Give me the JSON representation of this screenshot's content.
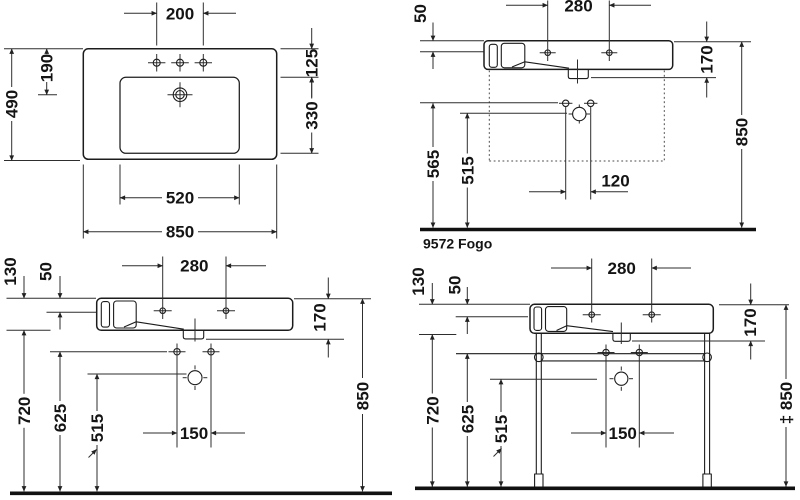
{
  "drawing": {
    "product_code_label": "9572 Fogo",
    "views": {
      "plan": {
        "dims": {
          "tap_hole_spacing": "200",
          "overall_depth": "490",
          "drain_from_rear": "190",
          "rim_front_depth": "125",
          "basin_inner_depth": "330",
          "basin_inner_width": "520",
          "overall_width": "850"
        }
      },
      "side": {
        "dims": {
          "tap_hole_spacing": "280",
          "rim_step": "50",
          "body_height": "170",
          "fixing_holes_height": "565",
          "drain_height": "515",
          "fixing_hole_spacing": "120",
          "rim_height": "850"
        }
      },
      "front_wall": {
        "dims": {
          "tap_hole_spacing": "280",
          "edge_thickness": "130",
          "rim_step": "50",
          "body_height": "170",
          "clearance_height": "720",
          "fixing_holes_height": "625",
          "drain_height": "515",
          "fixing_hole_spacing": "150",
          "rim_height": "850"
        }
      },
      "front_console": {
        "dims": {
          "tap_hole_spacing": "280",
          "edge_thickness": "130",
          "rim_step": "50",
          "body_height": "170",
          "clearance_height": "720",
          "fixing_holes_height": "625",
          "drain_height": "515",
          "fixing_hole_spacing": "150",
          "rim_height": "‡ 850"
        }
      }
    }
  }
}
